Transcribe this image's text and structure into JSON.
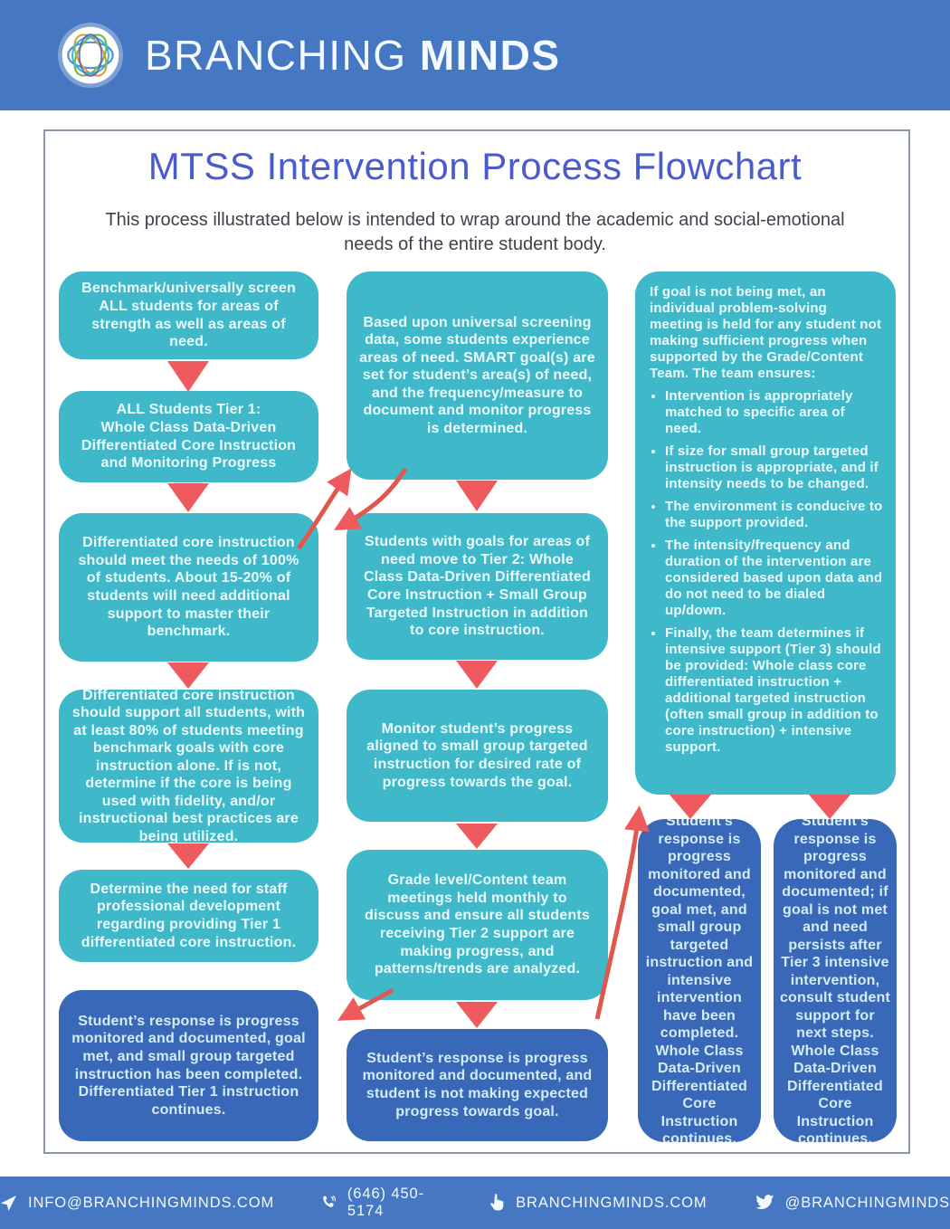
{
  "header": {
    "brand_light": "BRANCHING",
    "brand_bold": "MINDS"
  },
  "title": "MTSS Intervention Process Flowchart",
  "subtitle": "This process illustrated below is intended to wrap around the academic and social-emotional needs of the entire student body.",
  "colors": {
    "header_blue": "#4677c3",
    "teal_box": "#3fb8c9",
    "blue_box": "#3a68b8",
    "arrow_red": "#ef5a5e",
    "title_blue": "#4a5ccb"
  },
  "flowchart": {
    "column1": [
      "Benchmark/universally screen ALL students for areas of strength as well as areas of need.",
      "ALL Students Tier 1:\nWhole Class Data-Driven Differentiated Core Instruction and Monitoring Progress",
      "Differentiated core instruction should meet the needs of 100% of students. About 15-20% of students will need additional support to master their benchmark.",
      "Differentiated core instruction should support all students, with at least 80% of students meeting benchmark goals with core instruction alone. If is not, determine if the core is being used with fidelity, and/or instructional best practices are being utilized.",
      "Determine the need for staff professional development regarding providing Tier 1 differentiated core instruction.",
      "Student’s response is progress monitored and documented, goal met, and small group targeted instruction has been completed. Differentiated Tier 1 instruction continues."
    ],
    "column2": [
      "Based upon universal screening data, some students experience areas of need. SMART goal(s) are set for student’s area(s) of need, and the frequency/measure to document and monitor progress is determined.",
      "Students with goals for areas of need move to Tier 2: Whole Class Data-Driven Differentiated Core Instruction + Small Group Targeted Instruction in addition to core instruction.",
      "Monitor student’s progress aligned to small group targeted instruction for desired rate of progress towards the goal.",
      "Grade level/Content team meetings held monthly to discuss and ensure all students receiving Tier 2 support are making progress, and patterns/trends are analyzed.",
      "Student’s response is progress monitored and documented, and student is not making expected progress towards goal."
    ],
    "column3": {
      "main_intro": "If goal is not being met, an individual problem-solving meeting is held for any student not making sufficient progress when supported by the Grade/Content Team. The team ensures:",
      "main_bullets": [
        "Intervention is appropriately matched to specific area of need.",
        "If size for small group targeted instruction is appropriate, and if intensity needs to be changed.",
        "The environment is conducive to the support provided.",
        "The intensity/frequency and duration of the intervention are considered based upon data and do not need to be dialed up/down.",
        "Finally, the team determines if intensive support (Tier 3) should be provided: Whole class core differentiated instruction + additional targeted instruction (often small group in addition to core instruction) + intensive support."
      ],
      "outcome_left": "Student’s response is progress monitored and documented, goal met, and small group targeted instruction and intensive intervention have been completed. Whole Class Data-Driven Differentiated Core Instruction continues.",
      "outcome_right": "Student’s response is progress monitored and documented; if goal is not met and need persists after Tier 3 intensive intervention, consult student support for next steps. Whole Class Data-Driven Differentiated Core Instruction continues."
    }
  },
  "footer": {
    "items": [
      {
        "icon": "send-icon",
        "label": "INFO@BRANCHINGMINDS.COM"
      },
      {
        "icon": "phone-icon",
        "label": "(646) 450-5174"
      },
      {
        "icon": "pointer-icon",
        "label": "BRANCHINGMINDS.COM"
      },
      {
        "icon": "twitter-icon",
        "label": "@BRANCHINGMINDS"
      }
    ]
  }
}
